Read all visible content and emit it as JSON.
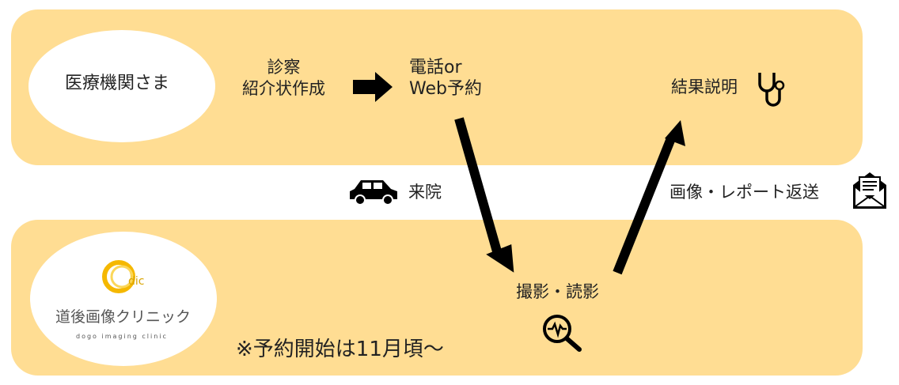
{
  "colors": {
    "band": "#ffdd93",
    "logo": "#f5b800"
  },
  "top": {
    "institution": "医療機関さま",
    "step1": [
      "診察",
      "紹介状作成"
    ],
    "step2": [
      "電話or",
      "Web予約"
    ],
    "result": "結果説明"
  },
  "middle": {
    "visit": "来院",
    "return": "画像・レポート返送"
  },
  "bottom": {
    "scan": "撮影・読影",
    "note": "※予約開始は11月頃〜"
  },
  "logo": {
    "mark": "dic",
    "name": "道後画像クリニック",
    "romaji": "dogo imaging clinic"
  },
  "icons": [
    "car-icon",
    "stethoscope-icon",
    "envelope-icon",
    "magnifier-wave-icon",
    "arrow-right-icon"
  ]
}
